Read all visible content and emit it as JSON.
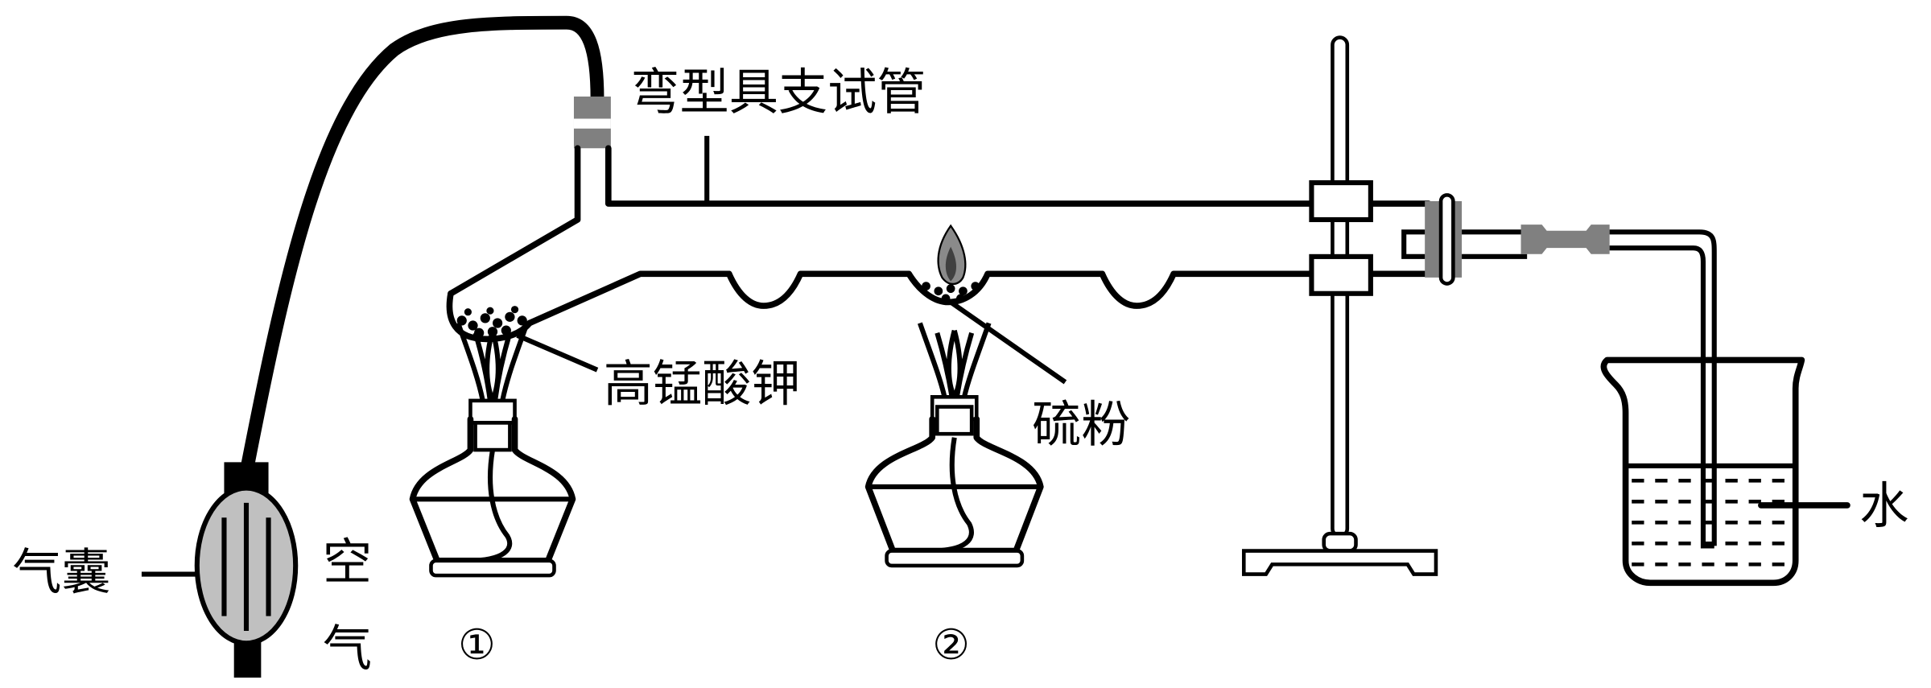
{
  "labels": {
    "bent_tube": "弯型具支试管",
    "potassium_permanganate": "高锰酸钾",
    "sulfur_powder": "硫粉",
    "air_bag": "气囊",
    "air_top": "空",
    "air_bottom": "气",
    "water": "水",
    "lamp_1": "①",
    "lamp_2": "②"
  },
  "colors": {
    "line": "#000000",
    "rubber": "#808080",
    "bulb_fill": "#c0c0c0",
    "flame_outer": "#8a8a8a",
    "flame_inner": "#404040"
  }
}
